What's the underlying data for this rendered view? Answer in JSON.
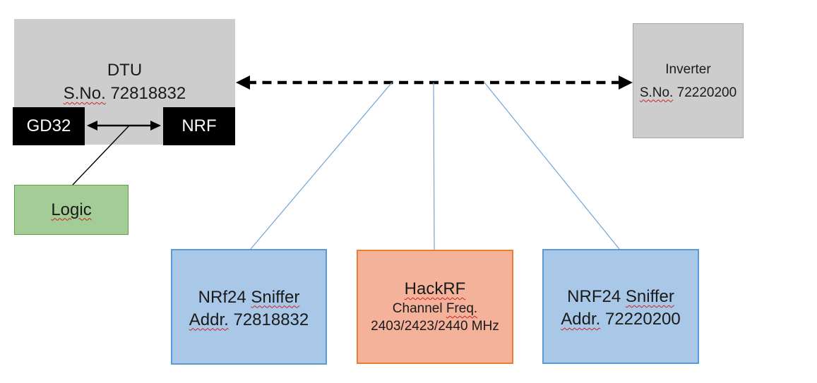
{
  "dtu": {
    "title": "DTU",
    "serial_label": "S.No.",
    "serial_number": "72818832"
  },
  "gd32": {
    "label": "GD32"
  },
  "nrf": {
    "label": "NRF"
  },
  "logic": {
    "label": "Logic"
  },
  "inverter": {
    "title": "Inverter",
    "serial_label": "S.No.",
    "serial_number": "72220200"
  },
  "sniffer_left": {
    "title_prefix": "NRf24",
    "title_word": "Sniffer",
    "addr_label": "Addr.",
    "addr_number": "72818832"
  },
  "hackrf": {
    "title": "HackRF",
    "channel_word": "Channel",
    "freq_word": "Freq.",
    "frequencies": "2403/2423/2440 MHz"
  },
  "sniffer_right": {
    "title_prefix": "NRF24",
    "title_word": "Sniffer",
    "addr_label": "Addr.",
    "addr_number": "72220200"
  },
  "colors": {
    "gray_fill": "#CDCDCD",
    "gray_border": "#A6A6A6",
    "black_box": "#000000",
    "green_fill": "#A4CC96",
    "green_border": "#5F9E48",
    "blue_fill": "#A9C7E6",
    "blue_border": "#5B9BD5",
    "orange_fill": "#F5B29B",
    "orange_border": "#ED7D31",
    "connector_blue": "#74A3D4",
    "arrow_black": "#000000",
    "squiggle_red": "#CC2222"
  }
}
